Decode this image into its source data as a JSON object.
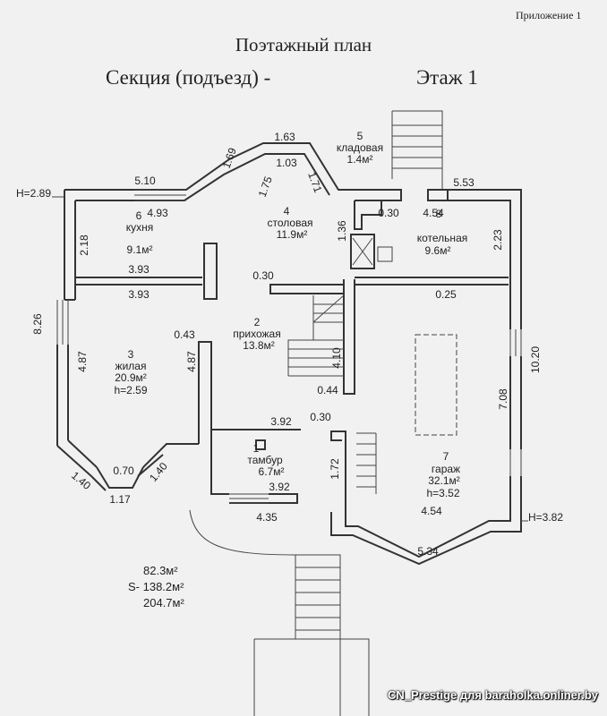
{
  "header": {
    "appendix": "Приложение 1",
    "title": "Поэтажный план",
    "section_label": "Секция (подъезд) -",
    "floor_label": "Этаж 1"
  },
  "rooms": [
    {
      "num": "1",
      "name": "тамбур",
      "area": "6.7м²"
    },
    {
      "num": "2",
      "name": "прихожая",
      "area": "13.8м²"
    },
    {
      "num": "3",
      "name": "жилая",
      "area": "20.9м²",
      "height": "h=2.59"
    },
    {
      "num": "4",
      "name": "столовая",
      "area": "11.9м²"
    },
    {
      "num": "5",
      "name": "кладовая",
      "area": "1.4м²"
    },
    {
      "num": "6",
      "name": "кухня",
      "area": "9.1м²"
    },
    {
      "num": "7",
      "name": "гараж",
      "area": "32.1м²",
      "height": "h=3.52"
    },
    {
      "num": "8",
      "name": "котельная",
      "area": "9.6м²"
    }
  ],
  "levels": {
    "left": "H=2.89",
    "right": "H=3.82"
  },
  "dimensions": [
    "1.63",
    "1.03",
    "1.69",
    "1.75",
    "1.71",
    "5.10",
    "4.93",
    "2.18",
    "3.93",
    "3.93",
    "8.26",
    "0.30",
    "1.36",
    "0.30",
    "5.53",
    "4.54",
    "2.23",
    "0.25",
    "0.43",
    "4.87",
    "4.87",
    "4.10",
    "0.44",
    "0.30",
    "3.92",
    "3.92",
    "1.72",
    "1.40",
    "1.40",
    "0.70",
    "1.17",
    "4.35",
    "10.20",
    "7.08",
    "4.54",
    "5.34"
  ],
  "totals": {
    "area1": "82.3м²",
    "area2": "S- 138.2м²",
    "area3": "204.7м²"
  },
  "watermark": "CN_Prestige для baraholka.onliner.by"
}
